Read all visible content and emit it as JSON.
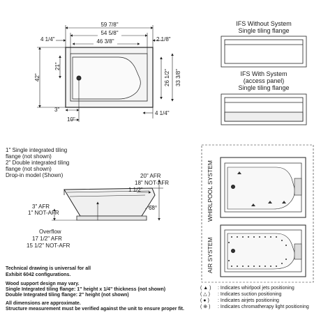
{
  "top_view": {
    "overall_width": "59 7/8\"",
    "inner_width": "54 5/8\"",
    "basin_width": "46 3/8\"",
    "left_offset": "4 1/4\"",
    "right_offset": "2 1/8\"",
    "overall_depth": "42\"",
    "basin_depth": "21\"",
    "inner_depth_a": "26 1/2\"",
    "inner_depth_b": "33 3/8\"",
    "drain_x": "3\"",
    "drain_y": "10\"",
    "bottom_offset": "4 1/4\""
  },
  "ifs_without": {
    "line1": "IFS Without System",
    "line2": "Single tiling flange"
  },
  "ifs_with": {
    "line1": "IFS With System",
    "line2": "(access panel)",
    "line3": "Single tiling flange"
  },
  "install_notes": [
    "1\" Single integrated tiling",
    "flange (not shown)",
    "2\" Double integrated tiling",
    "flange (not shown)",
    "Drop-in model (Shown)"
  ],
  "side_view": {
    "afr_right": "20\" AFR",
    "not_afr_right": "18\" NOT-AFR",
    "rim": "1 1/2\"",
    "angle": "68°",
    "afr_left": "3\" AFR",
    "not_afr_left": "1\" NOT-AFR",
    "overflow_label": "Overflow",
    "overflow_afr": "17 1/2\" AFR",
    "overflow_not_afr": "15 1/2\" NOT-AFR"
  },
  "system_labels": {
    "whirlpool": "WHIRLPOOL SYSTEM",
    "air": "AIR SYSTEM"
  },
  "footer": {
    "line1": "Technical drawing is universal for all",
    "line2": "Exhibit 6042 configurations.",
    "line3": "Wood support design may vary.",
    "line4": "Single Integrated tiling flange: 1\" height x 1/4\" thickness (not shown)",
    "line5": "Double Integrated tiling flange: 2\" height (not shown)",
    "line6": "All dimensions are approximate.",
    "line7": "Structure measurement must be verified against the unit to ensure proper fit."
  },
  "legend": [
    {
      "symbol": "( ▲ )",
      "text": ": Indicates whirlpool jets positioning"
    },
    {
      "symbol": "( △ )",
      "text": ": Indicates suction positioning"
    },
    {
      "symbol": "( ● )",
      "text": ": Indicates airjets positioning"
    },
    {
      "symbol": "( ⊕ )",
      "text": ": Indicates chromatherapy light positioning"
    }
  ]
}
